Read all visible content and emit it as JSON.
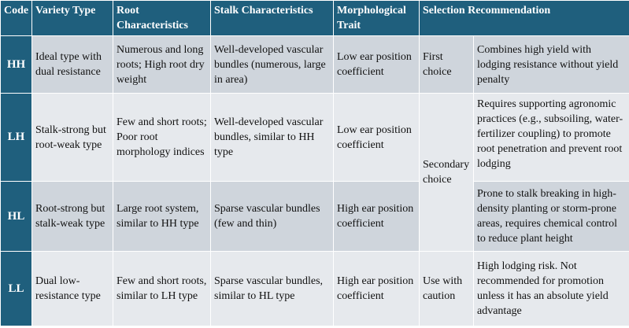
{
  "headers": {
    "code": "Code",
    "variety": "Variety Type",
    "root": "Root Characteristics",
    "stalk": "Stalk Characteristics",
    "morph": "Morphological Trait",
    "selection": "Selection Recommendation"
  },
  "rows": [
    {
      "code": "HH",
      "variety": "Ideal type with dual resistance",
      "root": "Numerous and long roots; High root dry weight",
      "stalk": "Well-developed vascular bundles (numerous, large in area)",
      "morph": "Low ear position coefficient",
      "choice": "First choice",
      "recommendation": "Combines high yield with lodging resistance without yield penalty"
    },
    {
      "code": "LH",
      "variety": "Stalk-strong but root-weak type",
      "root": "Few and short roots; Poor root morphology indices",
      "stalk": "Well-developed vascular bundles, similar to HH type",
      "morph": "Low ear position coefficient",
      "choice": "Secondary choice",
      "recommendation": "Requires supporting agronomic practices (e.g., subsoiling, water-fertilizer coupling) to promote root penetration and prevent root lodging"
    },
    {
      "code": "HL",
      "variety": "Root-strong but stalk-weak type",
      "root": "Large root system, similar to HH type",
      "stalk": "Sparse vascular bundles (few and thin)",
      "morph": "High ear position coefficient",
      "recommendation": "Prone to stalk breaking in high-density planting or storm-prone areas, requires chemical control to reduce plant height"
    },
    {
      "code": "LL",
      "variety": "Dual low-resistance type",
      "root": "Few and short roots, similar to LH type",
      "stalk": "Sparse vascular bundles, similar to HL type",
      "morph": "High ear position coefficient",
      "choice": "Use with caution",
      "recommendation": "High lodging risk. Not recommended for promotion unless it has an absolute yield advantage"
    }
  ]
}
